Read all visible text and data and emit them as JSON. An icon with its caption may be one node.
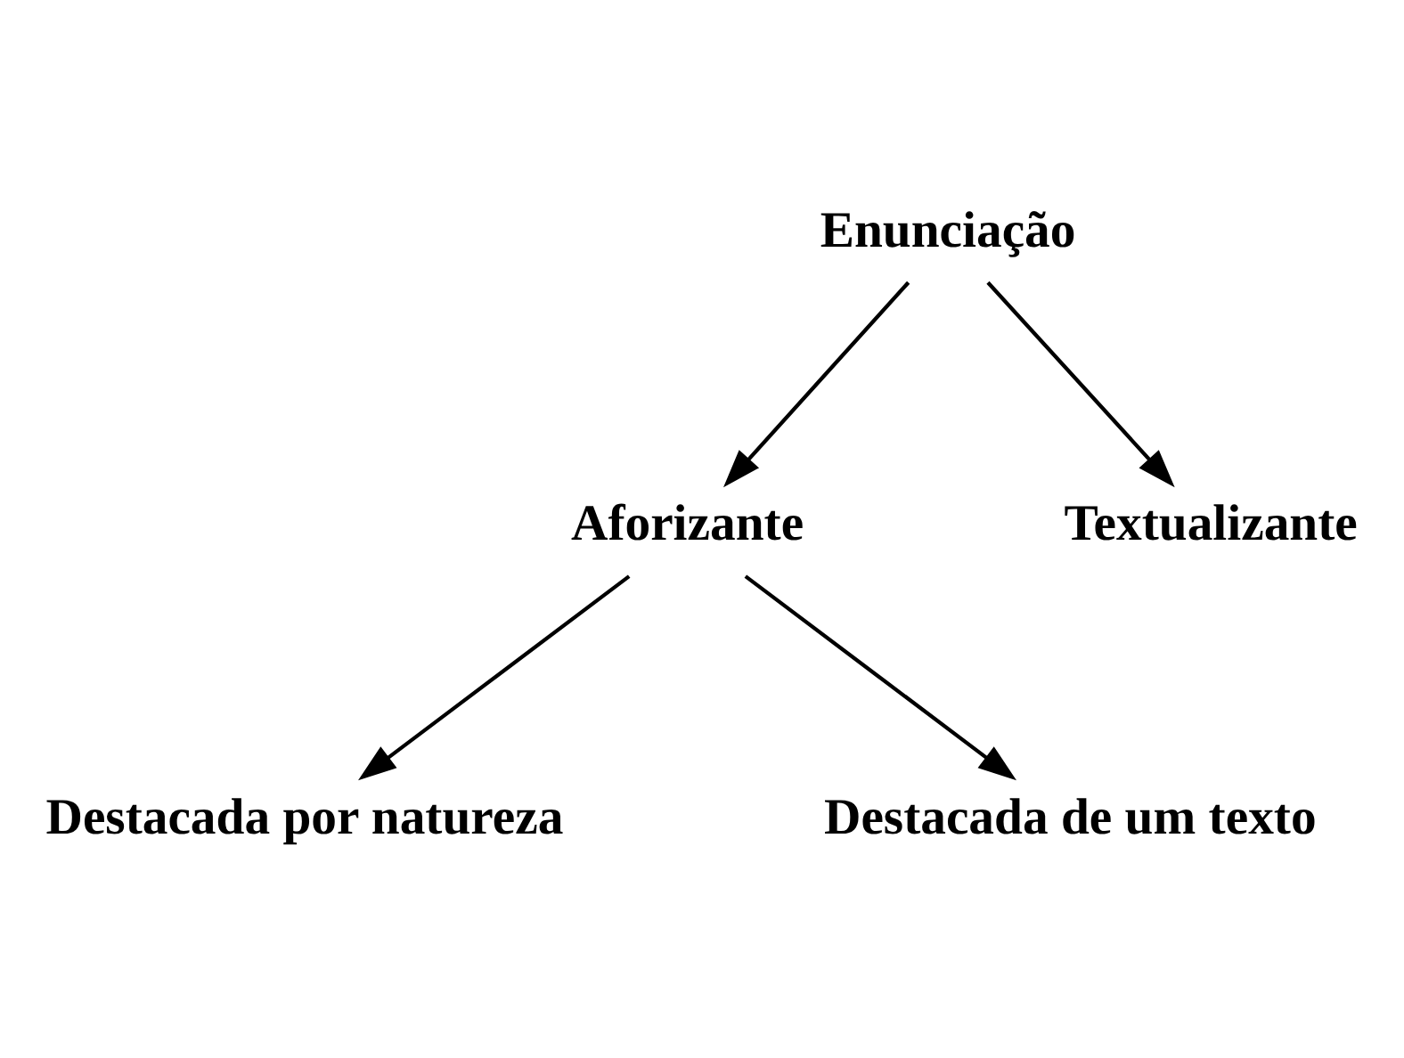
{
  "diagram": {
    "nodes": [
      {
        "text": [
          "Enunciação"
        ]
      },
      {
        "text": [
          "Aforizante"
        ]
      },
      {
        "text": [
          "Textualizante"
        ]
      },
      {
        "text": [
          "Destacada por natureza"
        ]
      },
      {
        "text": [
          "Destacada de um texto"
        ]
      }
    ],
    "edges": [
      {
        "from": 0,
        "to": 1,
        "arrow": "to"
      },
      {
        "from": 0,
        "to": 2,
        "arrow": "to"
      },
      {
        "from": 1,
        "to": 3,
        "arrow": "to"
      },
      {
        "from": 1,
        "to": 4,
        "arrow": "to"
      }
    ]
  }
}
